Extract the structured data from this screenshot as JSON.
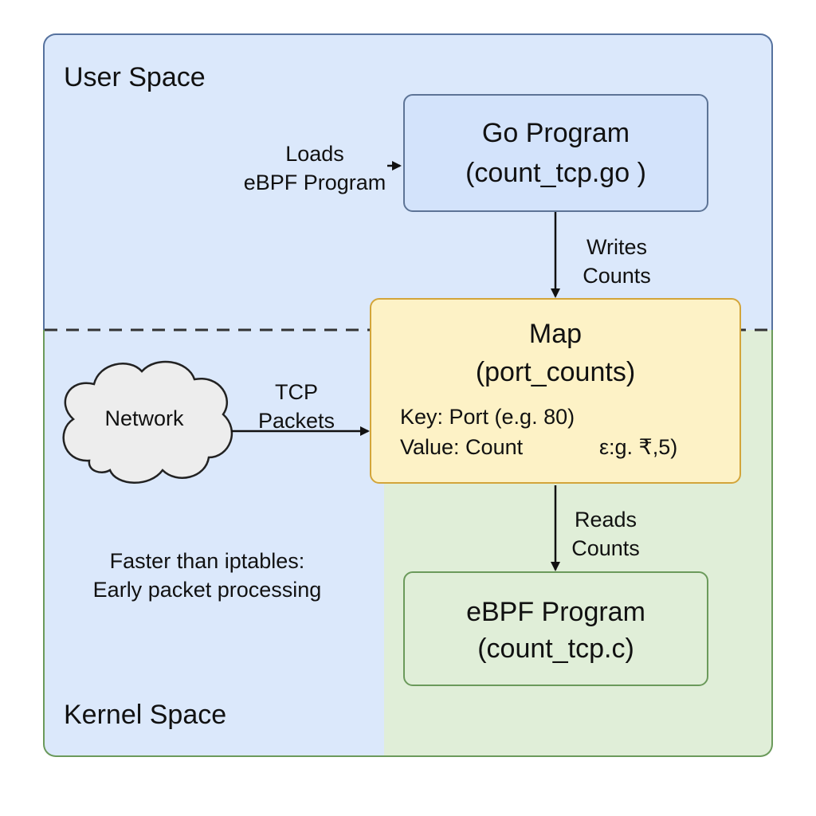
{
  "regions": {
    "user_space_label": "User Space",
    "kernel_space_label": "Kernel Space"
  },
  "go_program": {
    "title": "Go Program",
    "file": "(count_tcp.go )"
  },
  "map": {
    "title": "Map",
    "name": "(port_counts)",
    "key_line": "Key: Port (e.g. 80)",
    "value_line_a": "Value: Count",
    "value_line_b": "ε:g. ₹,5)"
  },
  "ebpf_program": {
    "title": "eBPF Program",
    "file": "(count_tcp.c)"
  },
  "network": {
    "label": "Network"
  },
  "edges": {
    "loads": [
      "Loads",
      "eBPF Program"
    ],
    "writes": [
      "Writes",
      "Counts"
    ],
    "reads": [
      "Reads",
      "Counts"
    ],
    "tcp": [
      "TCP",
      "Packets"
    ]
  },
  "note": [
    "Faster than iptables:",
    "Early packet processing"
  ],
  "colors": {
    "user_space_fill": "#dbe8fb",
    "kernel_space_fill": "#e0eed8",
    "go_box_fill": "#d3e3fb",
    "map_box_fill": "#fdf2c6",
    "map_box_border": "#d3a53a",
    "ebpf_box_border": "#6b9a5b"
  }
}
